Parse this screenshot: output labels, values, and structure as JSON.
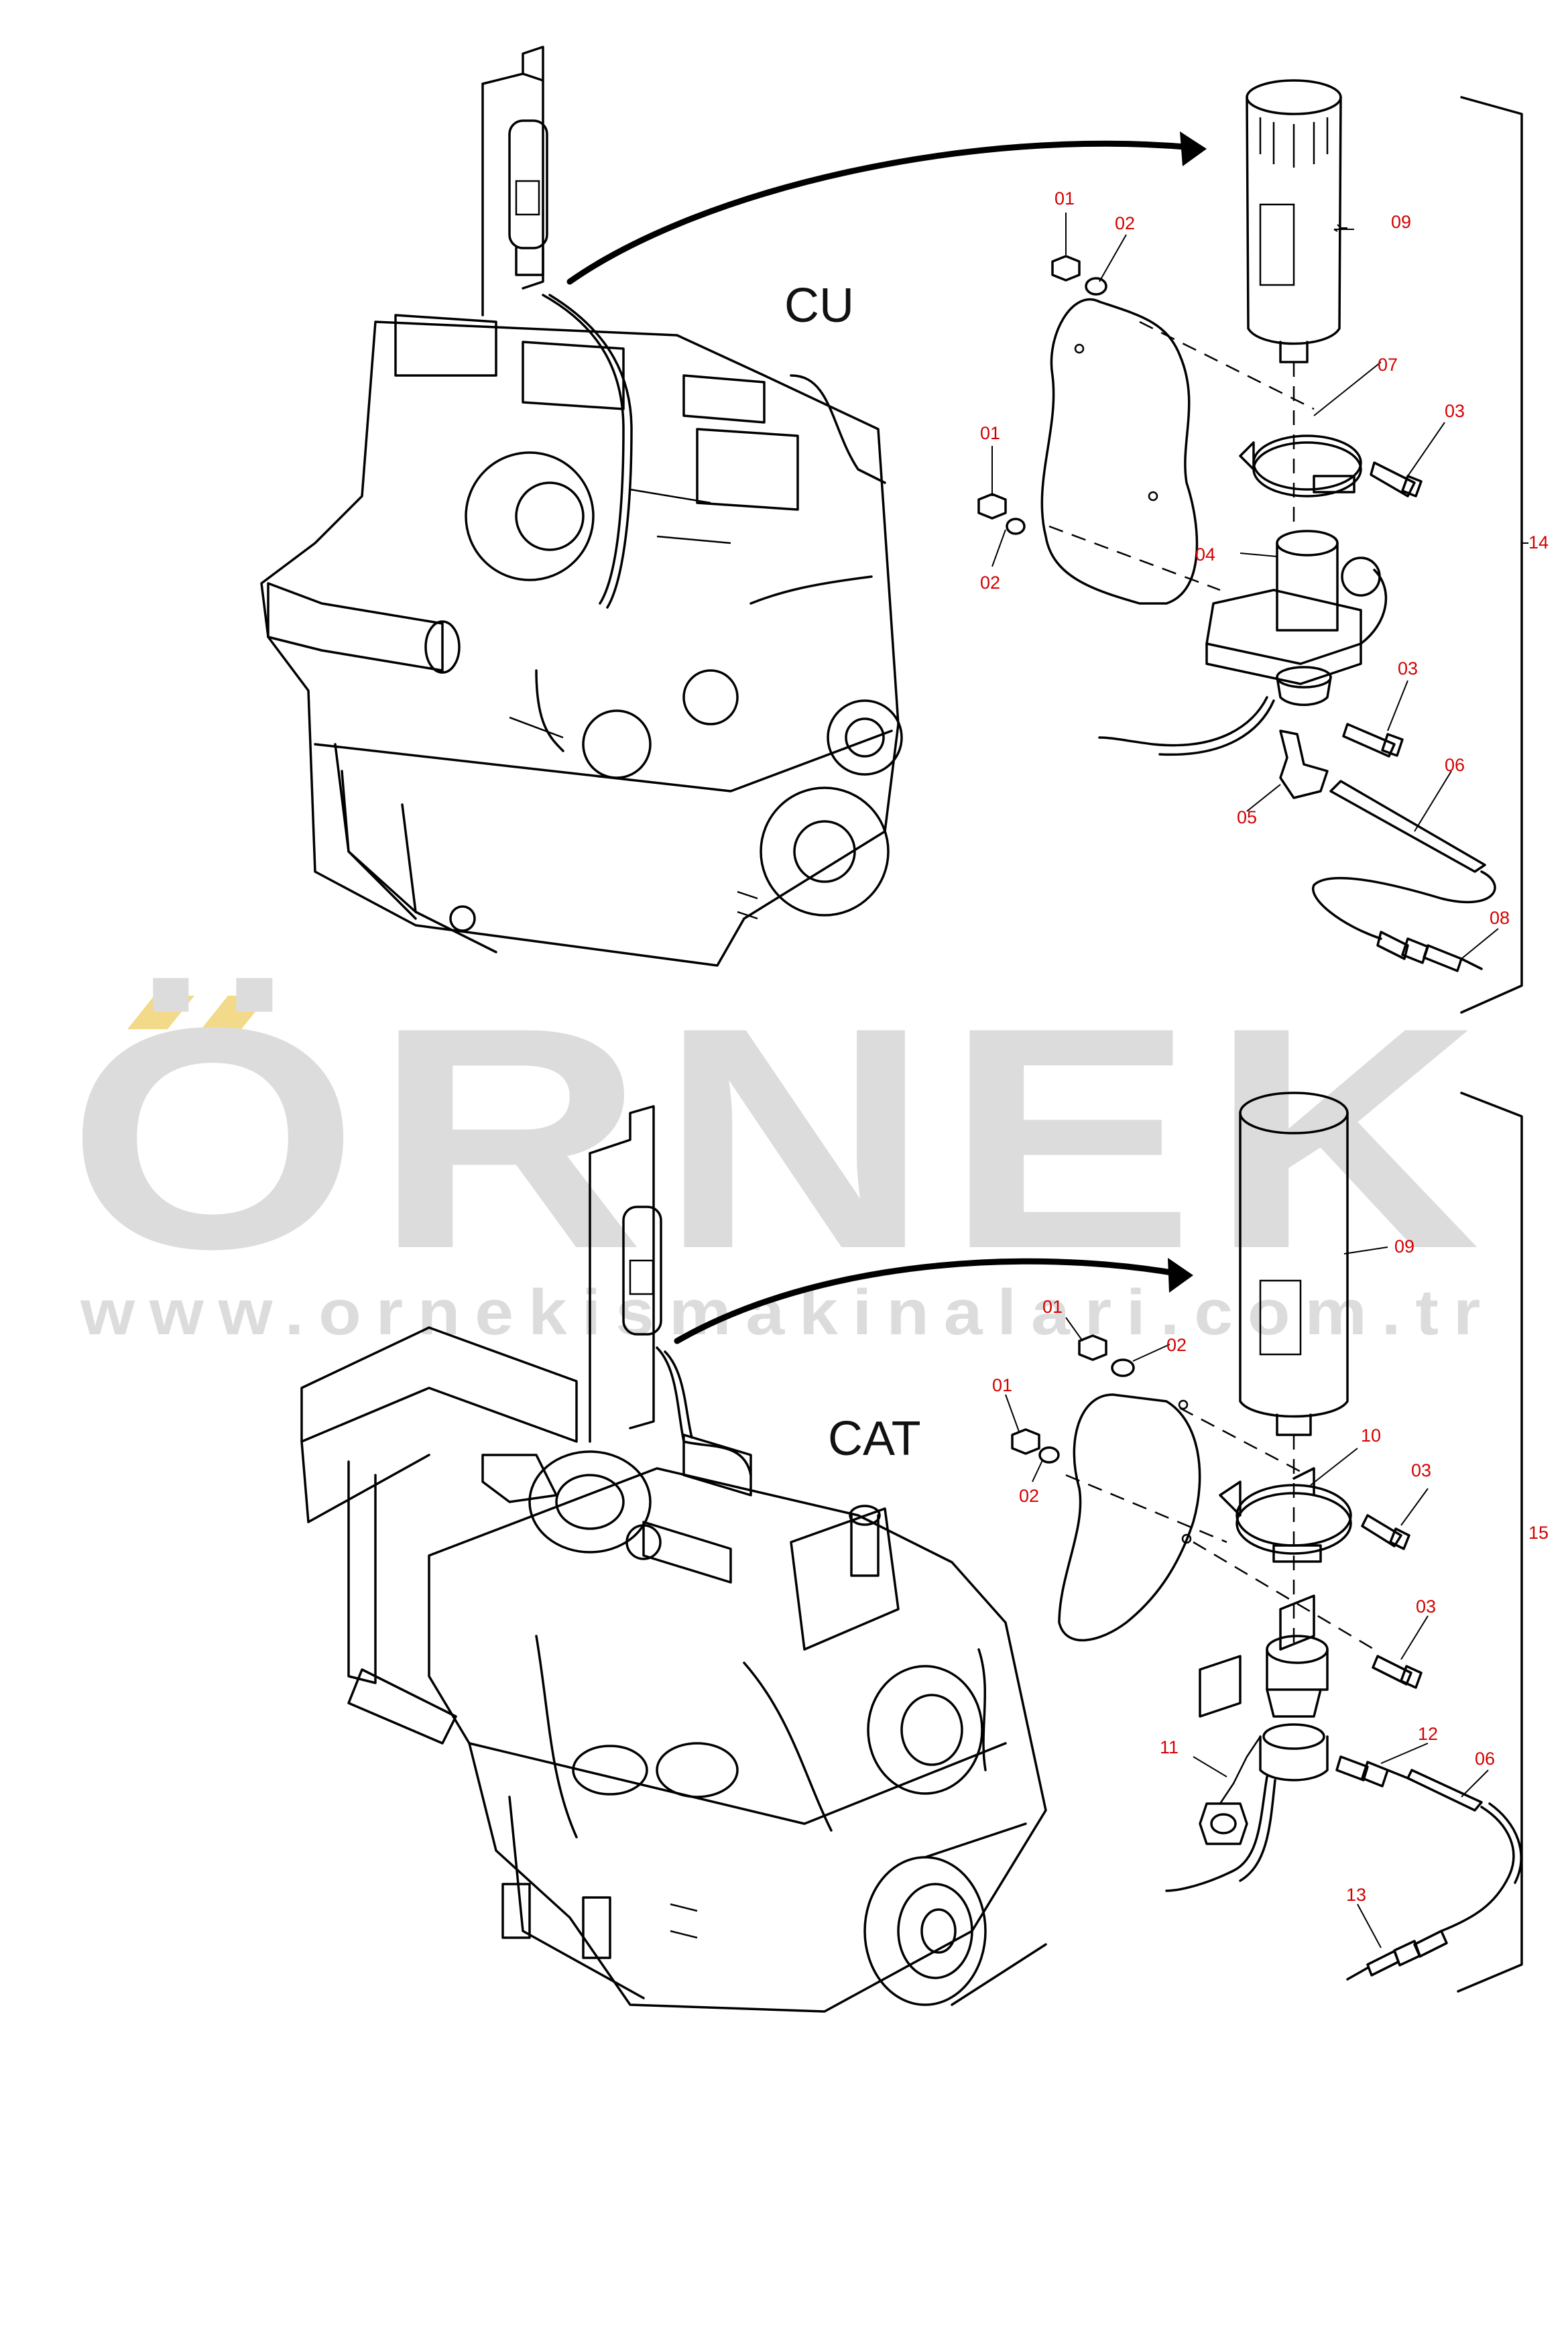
{
  "watermark": {
    "word": "ÖRNEK",
    "url": "www.ornekismakinalari.com.tr",
    "accent_color": "#f3d98a",
    "text_color": "#dcdcdc"
  },
  "sections": [
    {
      "label": "CU",
      "assembly_callout": "14",
      "callouts": [
        "01",
        "02",
        "09",
        "07",
        "03",
        "01",
        "02",
        "04",
        "03",
        "06",
        "05",
        "08"
      ]
    },
    {
      "label": "CAT",
      "assembly_callout": "15",
      "callouts": [
        "01",
        "02",
        "09",
        "01",
        "02",
        "10",
        "03",
        "03",
        "11",
        "12",
        "06",
        "13"
      ]
    }
  ],
  "colors": {
    "line": "#000000",
    "callout": "#d40000",
    "background": "#ffffff"
  }
}
